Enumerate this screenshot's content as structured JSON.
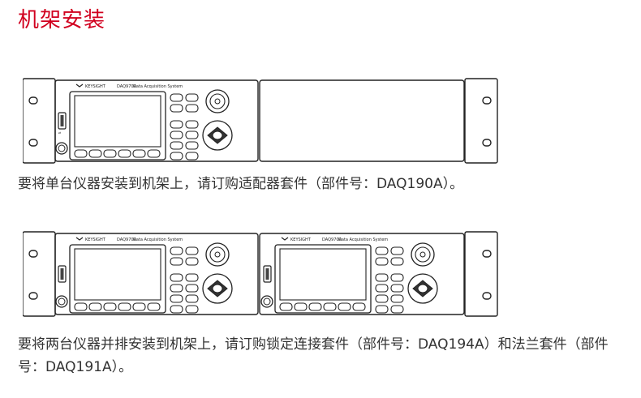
{
  "page_title": "机架安装",
  "instrument": {
    "brand": "KEYSIGHT",
    "model_label": "DAQ970A",
    "product_label": "Data Acquisition System"
  },
  "section_single": {
    "caption": "要将单台仪器安装到机架上，请订购适配器套件（部件号：DAQ190A）。"
  },
  "section_dual": {
    "caption": "要将两台仪器并排安装到机架上，请订购锁定连接套件（部件号：DAQ194A）和法兰套件（部件号：DAQ191A）。"
  }
}
